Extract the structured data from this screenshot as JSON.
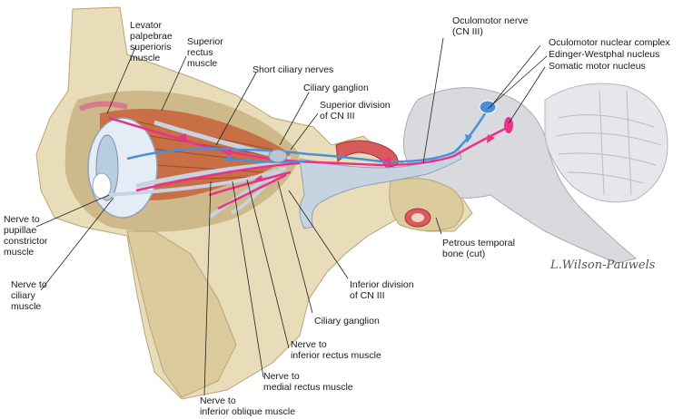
{
  "labels": {
    "levator": "Levator\npalpebrae\nsuperioris\nmuscle",
    "superior_rectus": "Superior\nrectus\nmuscle",
    "short_ciliary_nerves": "Short ciliary nerves",
    "ciliary_ganglion_top": "Ciliary ganglion",
    "superior_division": "Superior division\nof CN III",
    "oculomotor_nerve": "Oculomotor nerve\n(CN III)",
    "oculomotor_nuclear_complex": "Oculomotor nuclear complex",
    "edinger_westphal": "Edinger-Westphal nucleus",
    "somatic_motor": "Somatic motor nucleus",
    "nerve_pupillae": "Nerve to\npupillae\nconstrictor\nmuscle",
    "nerve_ciliary": "Nerve to\nciliary\nmuscle",
    "petrous": "Petrous temporal\nbone (cut)",
    "inferior_division": "Inferior division\nof CN III",
    "ciliary_ganglion_bottom": "Ciliary ganglion",
    "nerve_inferior_rectus": "Nerve to\ninferior rectus muscle",
    "nerve_medial_rectus": "Nerve to\nmedial rectus muscle",
    "nerve_inferior_oblique": "Nerve to\ninferior oblique muscle"
  },
  "signature": "L.Wilson-Pauwels",
  "colors": {
    "bone": "#e9dcb8",
    "bone_shadow": "#cdb98a",
    "brainstem": "#d9dadd",
    "nerve": "#c7d3e0",
    "parasympathetic_pathway": "#e8338a",
    "somatic_pathway": "#4a90d9",
    "muscle": "#c8623a",
    "vessel": "#d85a5a"
  }
}
